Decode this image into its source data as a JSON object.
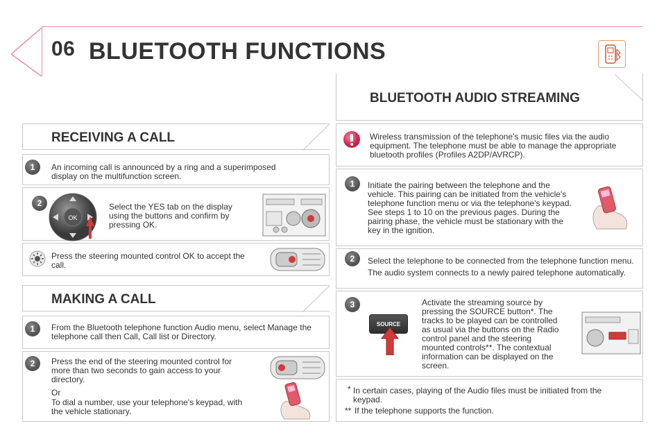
{
  "header": {
    "chapter": "06",
    "title": "BLUETOOTH FUNCTIONS",
    "icon": "bluetooth-phone-icon"
  },
  "receiving": {
    "title": "RECEIVING A CALL",
    "step1": {
      "number": "1",
      "text": "An incoming call is announced by a ring and a superimposed display on the multifunction screen."
    },
    "step2": {
      "number": "2",
      "text": "Select the YES tab on the display using the buttons and confirm by pressing OK.",
      "ok_label": "OK"
    },
    "tip": {
      "icon": "sun-icon",
      "text": "Press the steering mounted control OK to accept the call."
    }
  },
  "making": {
    "title": "MAKING A CALL",
    "step1": {
      "number": "1",
      "text": "From the Bluetooth telephone function Audio menu, select Manage the telephone call then Call, Call list or Directory."
    },
    "step2": {
      "number": "2",
      "text": "Press the end of the steering mounted control for more than two seconds to gain access to your directory.",
      "or": "Or",
      "alt": "To dial a number, use your telephone's keypad, with the vehicle stationary."
    }
  },
  "streaming": {
    "title": "BLUETOOTH AUDIO STREAMING",
    "warning": {
      "icon": "exclamation-icon",
      "text": "Wireless transmission of the telephone's music files via the audio equipment. The telephone must be able to manage the appropriate bluetooth profiles (Profiles A2DP/AVRCP)."
    },
    "step1": {
      "number": "1",
      "text": "Initiate the pairing between the telephone and the vehicle. This pairing can be initiated from the vehicle's telephone function menu or via the telephone's keypad. See steps 1 to 10 on the previous pages. During the pairing phase, the vehicle must be stationary with the key in the ignition."
    },
    "step2": {
      "number": "2",
      "text": "Select the telephone to be connected from the telephone function menu.",
      "text2": "The audio system connects to a newly paired telephone automatically."
    },
    "step3": {
      "number": "3",
      "text": "Activate the streaming source by pressing the SOURCE button*. The tracks to be played can be controlled as usual via the buttons on the Radio control panel and the steering mounted controls**. The contextual information can be displayed on the screen.",
      "source_label": "SOURCE"
    },
    "footnote1": {
      "mark": "*",
      "text": "In certain cases, playing of the Audio files must be initiated from the keypad."
    },
    "footnote2": {
      "mark": "**",
      "text": "If the telephone supports the function."
    }
  },
  "colors": {
    "accent": "#e0728f",
    "step": "#555555",
    "arrow": "#d23a3a"
  }
}
